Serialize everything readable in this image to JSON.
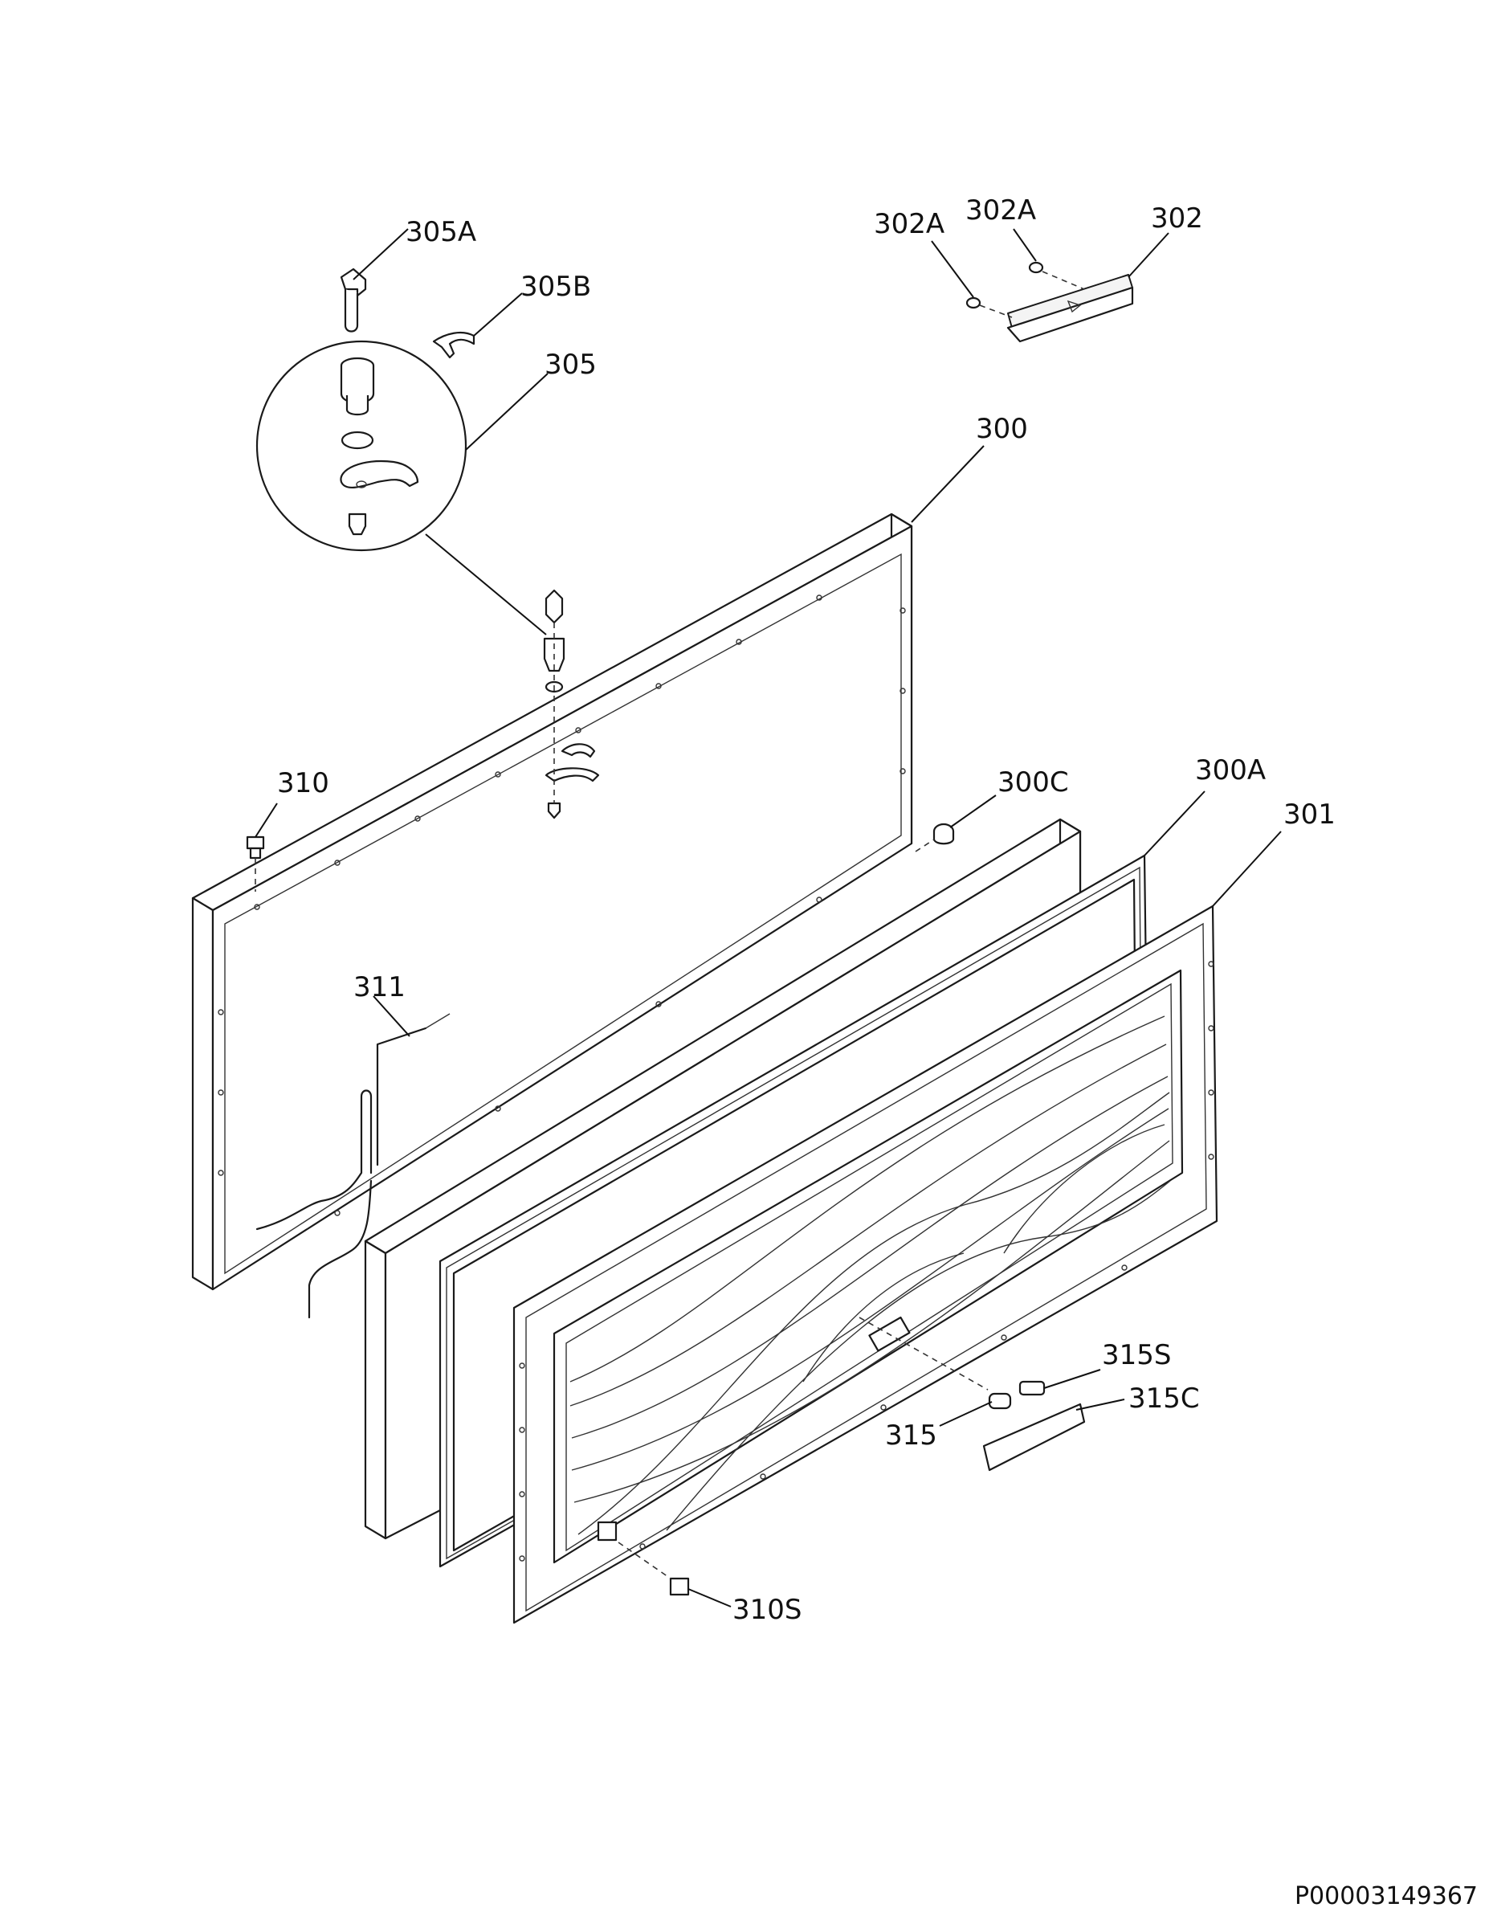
{
  "diagram": {
    "labels": [
      {
        "id": "lbl-305A",
        "text": "305A"
      },
      {
        "id": "lbl-305B",
        "text": "305B"
      },
      {
        "id": "lbl-305",
        "text": "305"
      },
      {
        "id": "lbl-302A-1",
        "text": "302A"
      },
      {
        "id": "lbl-302A-2",
        "text": "302A"
      },
      {
        "id": "lbl-302",
        "text": "302"
      },
      {
        "id": "lbl-300",
        "text": "300"
      },
      {
        "id": "lbl-310",
        "text": "310"
      },
      {
        "id": "lbl-300C",
        "text": "300C"
      },
      {
        "id": "lbl-300A",
        "text": "300A"
      },
      {
        "id": "lbl-301",
        "text": "301"
      },
      {
        "id": "lbl-311",
        "text": "311"
      },
      {
        "id": "lbl-315S",
        "text": "315S"
      },
      {
        "id": "lbl-315C",
        "text": "315C"
      },
      {
        "id": "lbl-315",
        "text": "315"
      },
      {
        "id": "lbl-310S",
        "text": "310S"
      }
    ],
    "reference_code": "P00003149367"
  }
}
